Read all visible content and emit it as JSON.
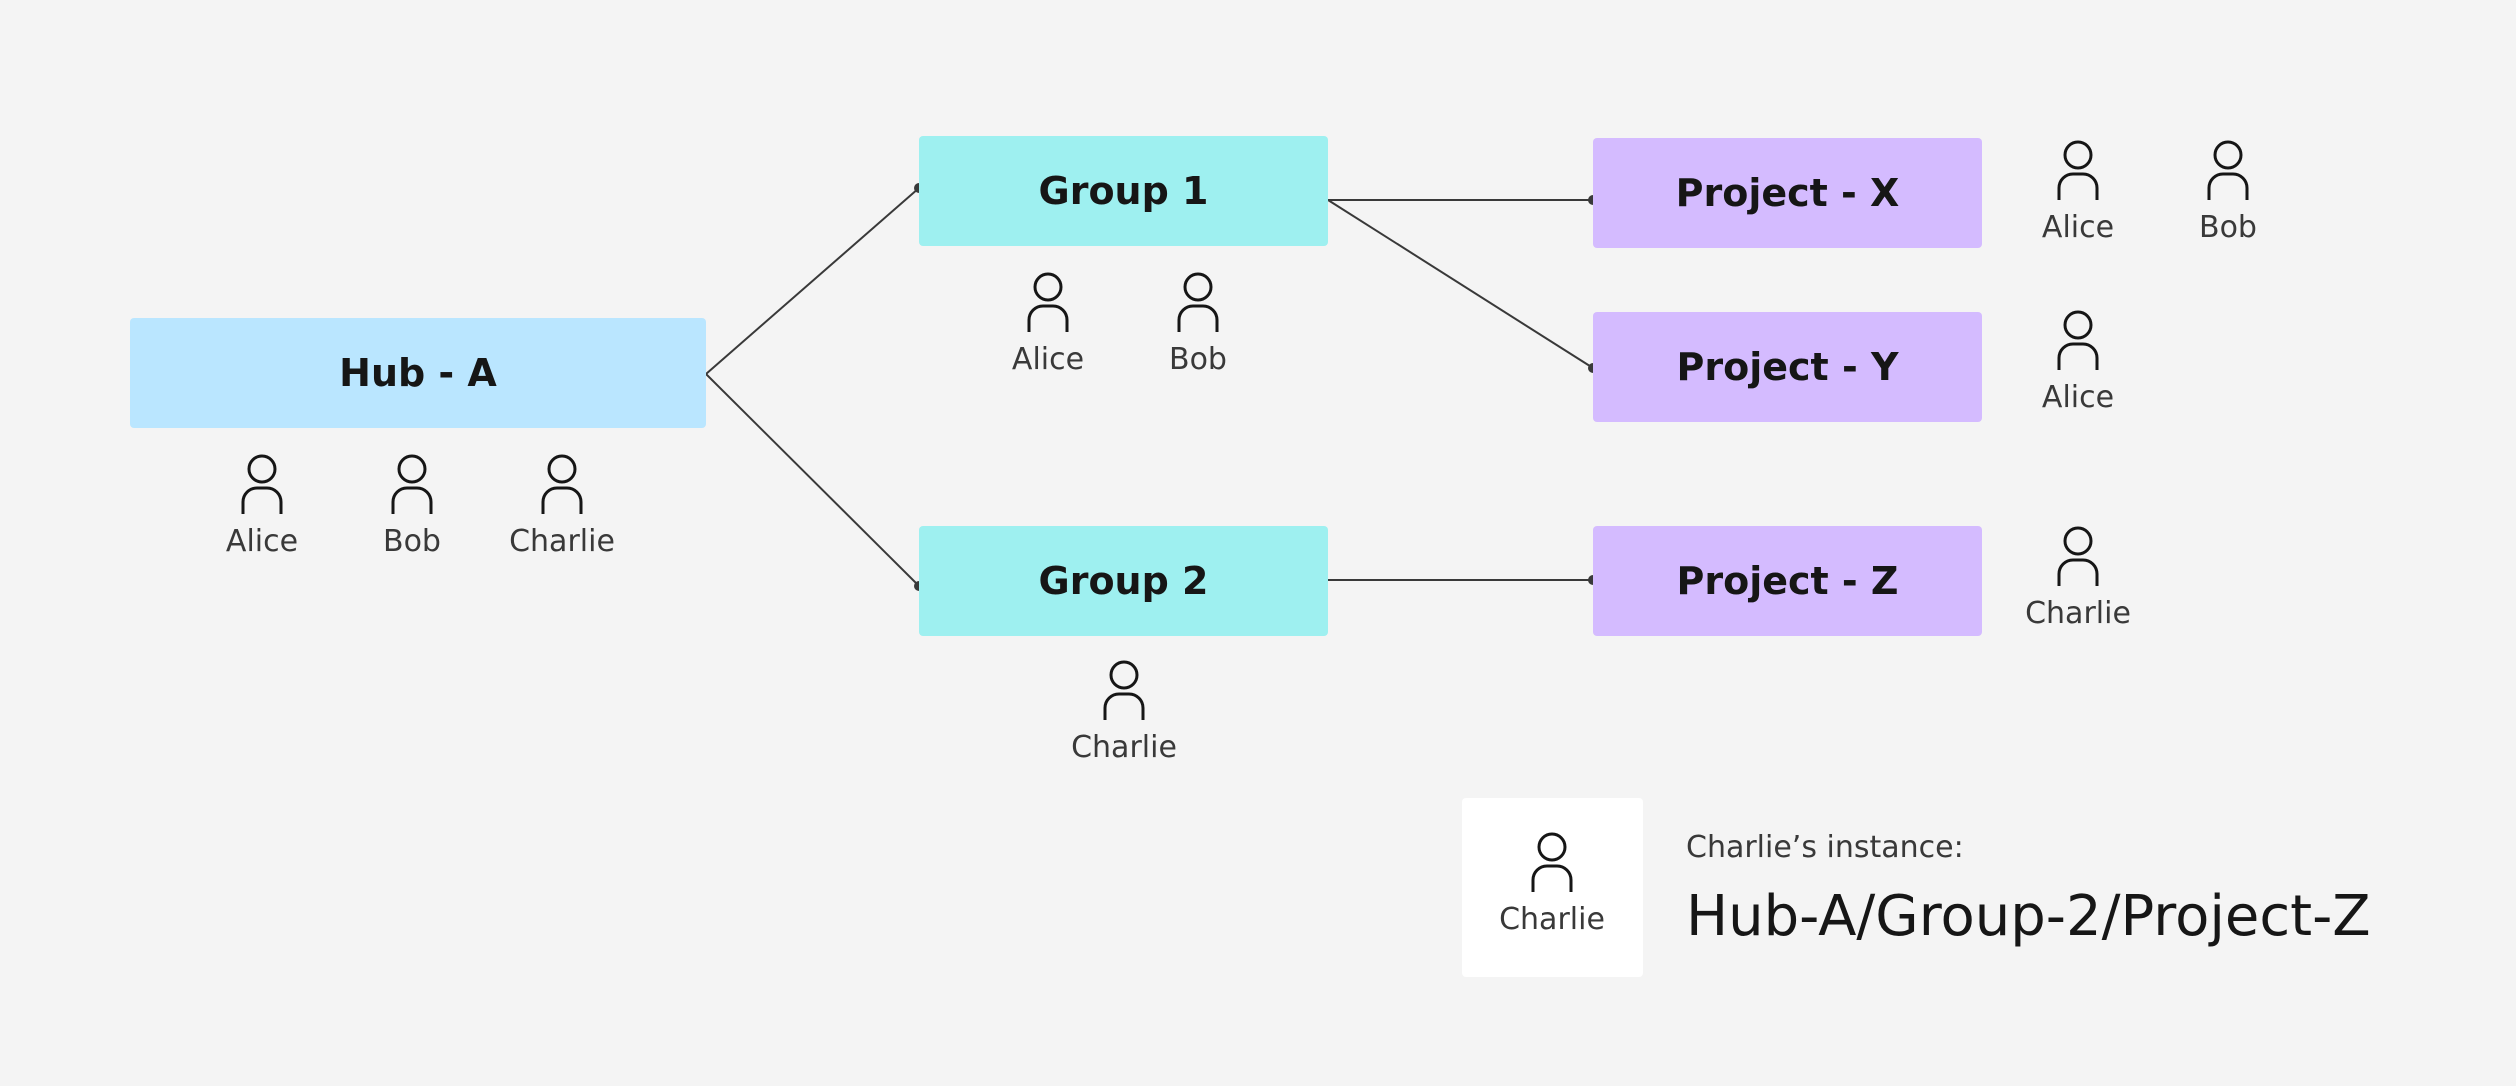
{
  "colors": {
    "background": "#f4f4f4",
    "hub": "#bae6ff",
    "group": "#9ef0f0",
    "project": "#d4bbff",
    "edge": "#393939",
    "card": "#ffffff"
  },
  "icons": {
    "user": "user-icon"
  },
  "nodes": {
    "hub_a": {
      "label": "Hub - A"
    },
    "group_1": {
      "label": "Group 1"
    },
    "group_2": {
      "label": "Group 2"
    },
    "project_x": {
      "label": "Project - X"
    },
    "project_y": {
      "label": "Project - Y"
    },
    "project_z": {
      "label": "Project - Z"
    }
  },
  "members": {
    "hub_a": [
      "Alice",
      "Bob",
      "Charlie"
    ],
    "group_1": [
      "Alice",
      "Bob"
    ],
    "group_2": [
      "Charlie"
    ],
    "project_x": [
      "Alice",
      "Bob"
    ],
    "project_y": [
      "Alice"
    ],
    "project_z": [
      "Charlie"
    ]
  },
  "edges": [
    {
      "from": "hub_a",
      "to": "group_1"
    },
    {
      "from": "hub_a",
      "to": "group_2"
    },
    {
      "from": "group_1",
      "to": "project_x"
    },
    {
      "from": "group_1",
      "to": "project_y"
    },
    {
      "from": "group_2",
      "to": "project_z"
    }
  ],
  "legend": {
    "user": "Charlie",
    "caption": "Charlie’s instance:",
    "path": "Hub-A/Group-2/Project-Z"
  }
}
